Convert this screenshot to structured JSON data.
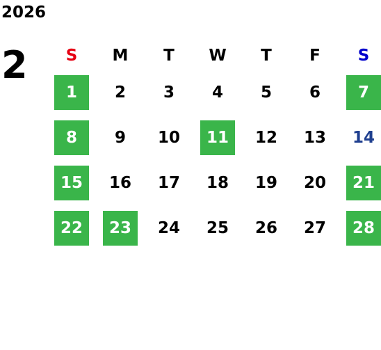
{
  "calendar": {
    "year": "2026",
    "month": "2",
    "weekdays": [
      {
        "label": "S",
        "color": "#e60012"
      },
      {
        "label": "M",
        "color": "#000000"
      },
      {
        "label": "T",
        "color": "#000000"
      },
      {
        "label": "W",
        "color": "#000000"
      },
      {
        "label": "T",
        "color": "#000000"
      },
      {
        "label": "F",
        "color": "#000000"
      },
      {
        "label": "S",
        "color": "#0000cc"
      }
    ],
    "weeks": [
      [
        {
          "day": "1",
          "highlight": true
        },
        {
          "day": "2",
          "highlight": false
        },
        {
          "day": "3",
          "highlight": false
        },
        {
          "day": "4",
          "highlight": false
        },
        {
          "day": "5",
          "highlight": false
        },
        {
          "day": "6",
          "highlight": false
        },
        {
          "day": "7",
          "highlight": true
        }
      ],
      [
        {
          "day": "8",
          "highlight": true
        },
        {
          "day": "9",
          "highlight": false
        },
        {
          "day": "10",
          "highlight": false
        },
        {
          "day": "11",
          "highlight": true
        },
        {
          "day": "12",
          "highlight": false
        },
        {
          "day": "13",
          "highlight": false
        },
        {
          "day": "14",
          "highlight": false,
          "textColor": "#1f3f8f"
        }
      ],
      [
        {
          "day": "15",
          "highlight": true
        },
        {
          "day": "16",
          "highlight": false
        },
        {
          "day": "17",
          "highlight": false
        },
        {
          "day": "18",
          "highlight": false
        },
        {
          "day": "19",
          "highlight": false
        },
        {
          "day": "20",
          "highlight": false
        },
        {
          "day": "21",
          "highlight": true
        }
      ],
      [
        {
          "day": "22",
          "highlight": true
        },
        {
          "day": "23",
          "highlight": true
        },
        {
          "day": "24",
          "highlight": false
        },
        {
          "day": "25",
          "highlight": false
        },
        {
          "day": "26",
          "highlight": false
        },
        {
          "day": "27",
          "highlight": false
        },
        {
          "day": "28",
          "highlight": true
        }
      ]
    ],
    "colors": {
      "highlightBg": "#3ab54a",
      "highlightText": "#ffffff",
      "defaultText": "#000000"
    }
  }
}
